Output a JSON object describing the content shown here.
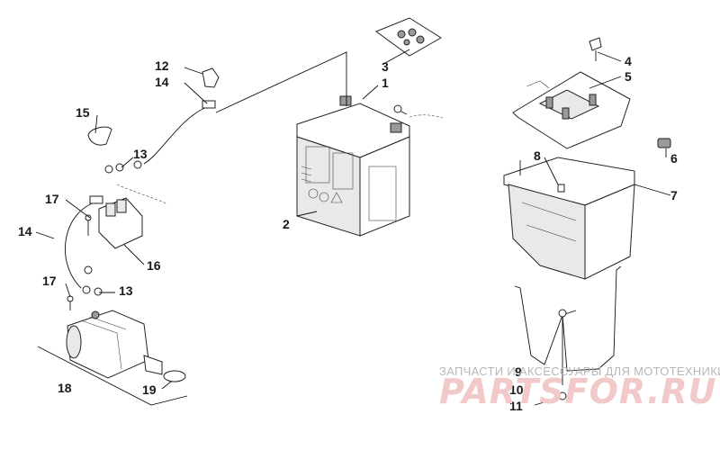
{
  "callouts": {
    "c1": "1",
    "c2": "2",
    "c3": "3",
    "c4": "4",
    "c5": "5",
    "c6": "6",
    "c7": "7",
    "c8": "8",
    "c9": "9",
    "c10": "10",
    "c11": "11",
    "c12": "12",
    "c13a": "13",
    "c13b": "13",
    "c14a": "14",
    "c14b": "14",
    "c15": "15",
    "c16": "16",
    "c17a": "17",
    "c17b": "17",
    "c18": "18",
    "c19": "19"
  },
  "watermark": {
    "tagline": "ЗАПЧАСТИ И АКСЕССУАРЫ ДЛЯ МОТОТЕХНИКИ",
    "brand": "PARTSFOR.RU",
    "color": "#f2c9c9"
  }
}
